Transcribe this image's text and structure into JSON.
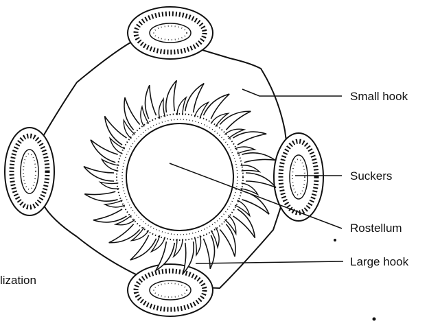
{
  "labels": {
    "small_hook": "Small hook",
    "suckers": "Suckers",
    "rostellum": "Rostellum",
    "large_hook": "Large hook",
    "partial_left": "lization"
  },
  "colors": {
    "ink": "#111111",
    "background": "#ffffff"
  }
}
